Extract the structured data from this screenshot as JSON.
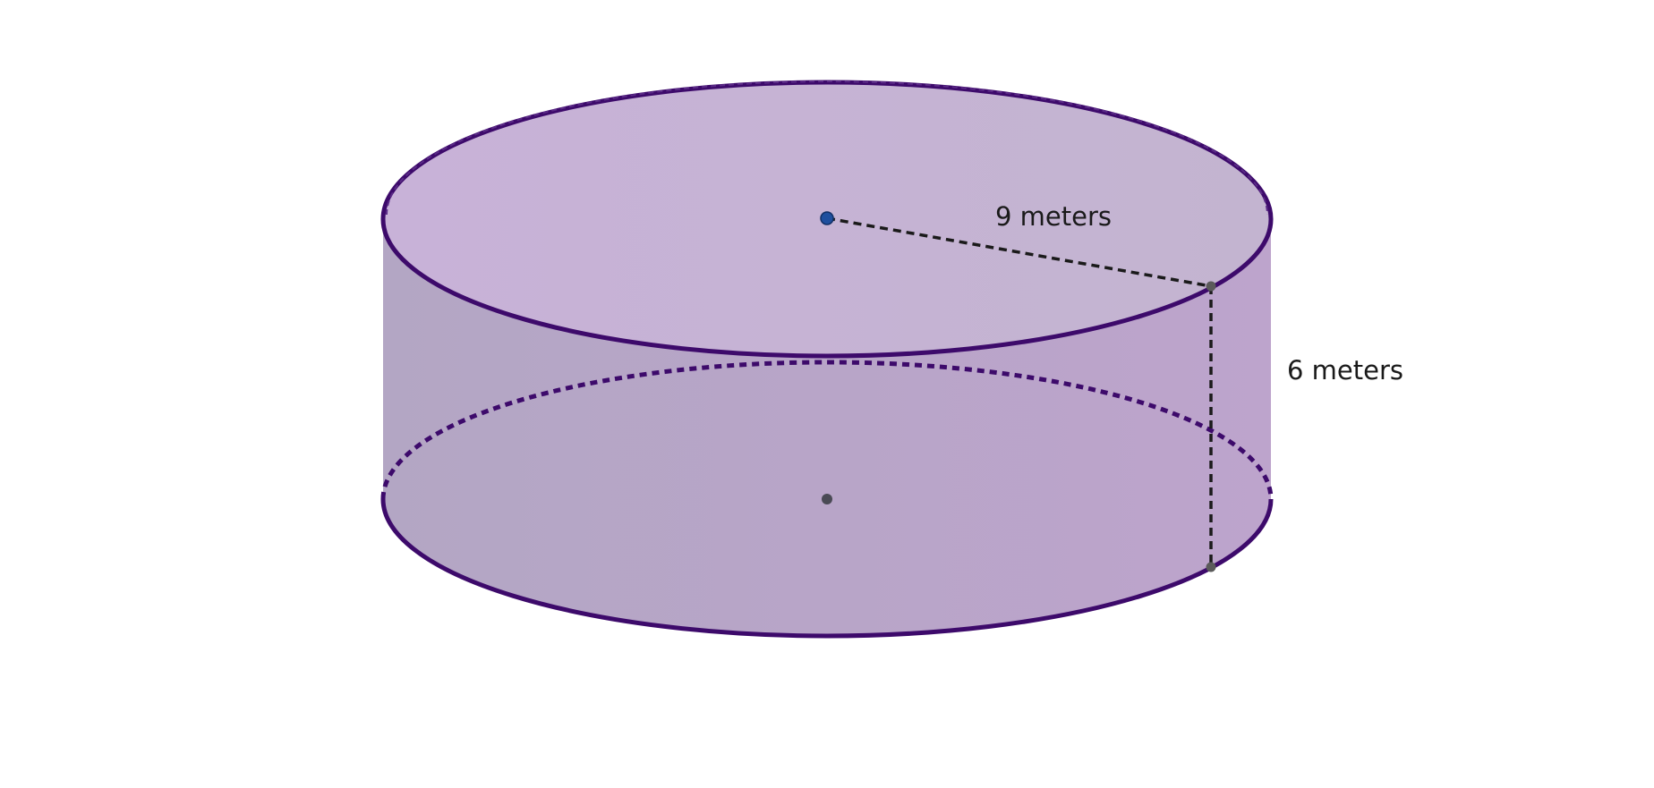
{
  "diagram": {
    "shape": "cylinder",
    "radius_label": "9 meters",
    "height_label": "6 meters",
    "colors": {
      "top_face": "#c5b3d6",
      "side_face": "#b8a5c8",
      "outline": "#3d0a6b",
      "dimension_line": "#1a1a1a",
      "top_center_point": "#1f4f9e",
      "bottom_center_point": "#4a4a55",
      "edge_point": "#5a5a5a"
    }
  }
}
